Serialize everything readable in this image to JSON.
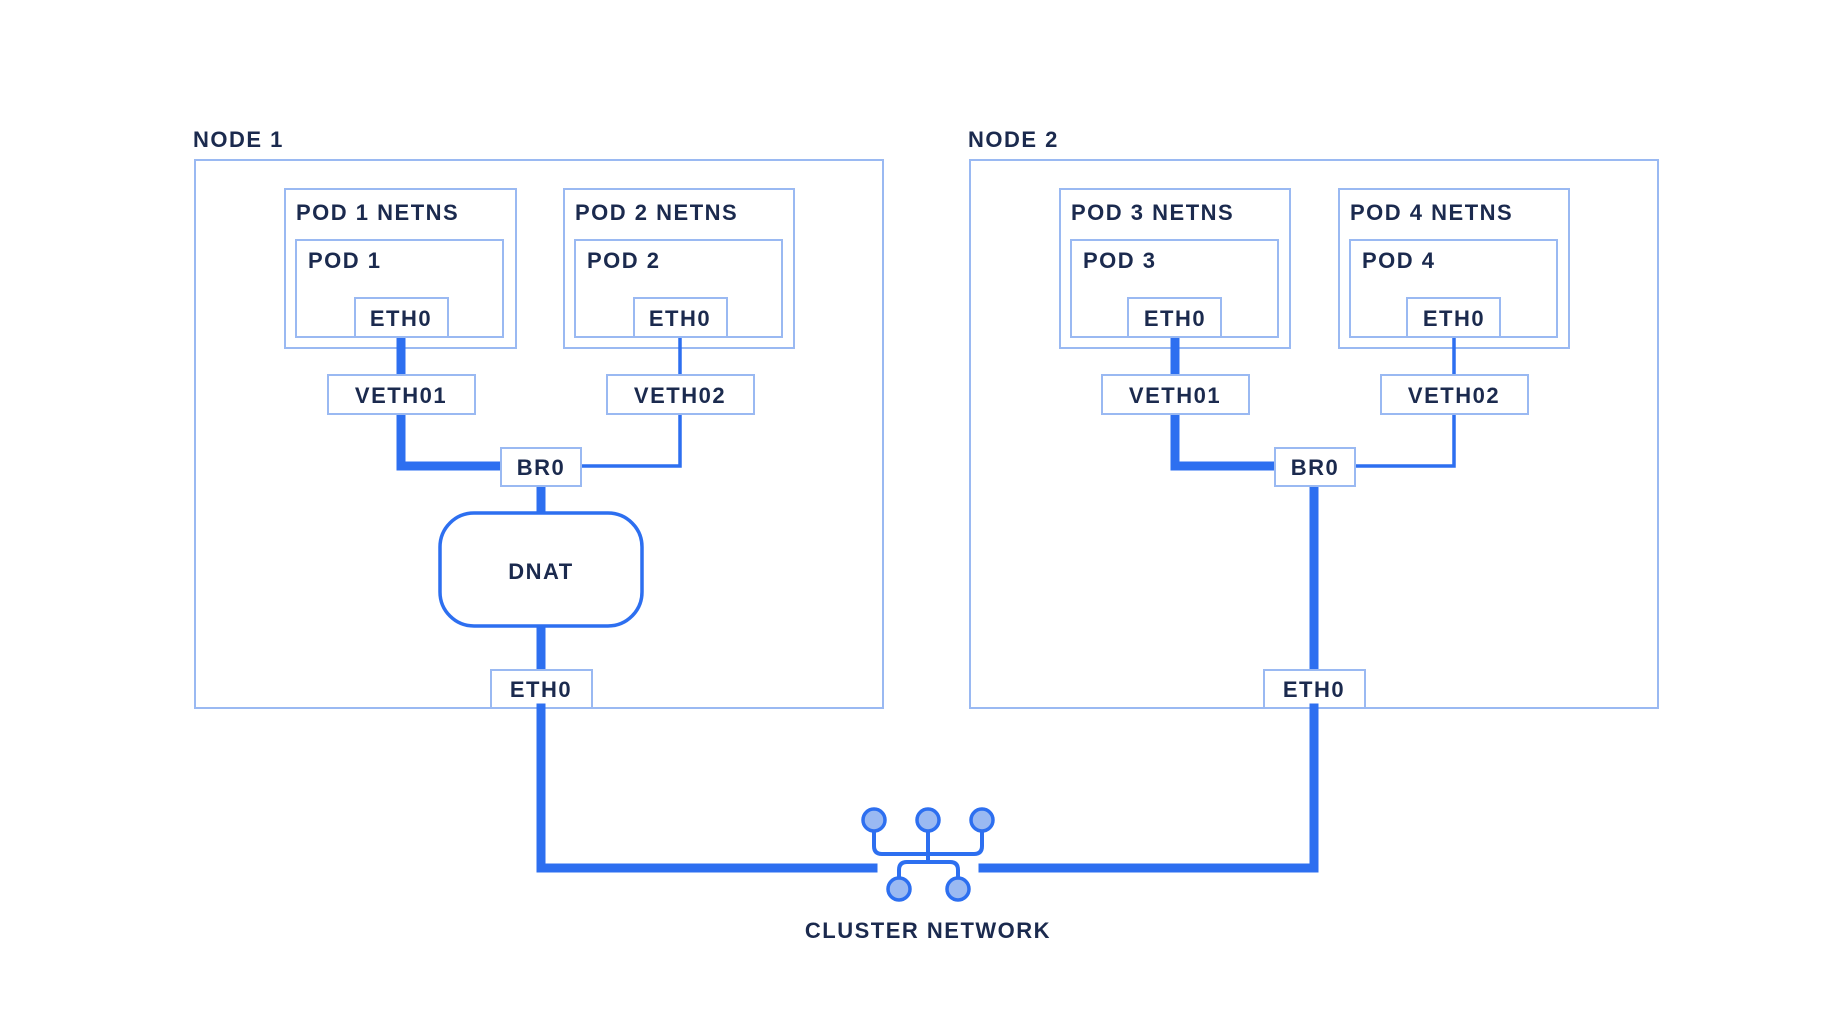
{
  "node1": {
    "label": "NODE 1",
    "pod1": {
      "netns_label": "POD 1 NETNS",
      "pod_label": "POD 1",
      "eth_label": "ETH0",
      "veth_label": "VETH01"
    },
    "pod2": {
      "netns_label": "POD 2 NETNS",
      "pod_label": "POD 2",
      "eth_label": "ETH0",
      "veth_label": "VETH02"
    },
    "bridge_label": "BR0",
    "dnat_label": "DNAT",
    "eth_label": "ETH0"
  },
  "node2": {
    "label": "NODE 2",
    "pod3": {
      "netns_label": "POD 3 NETNS",
      "pod_label": "POD 3",
      "eth_label": "ETH0",
      "veth_label": "VETH01"
    },
    "pod4": {
      "netns_label": "POD 4 NETNS",
      "pod_label": "POD 4",
      "eth_label": "ETH0",
      "veth_label": "VETH02"
    },
    "bridge_label": "BR0",
    "eth_label": "ETH0"
  },
  "cluster": {
    "label": "CLUSTER NETWORK",
    "icon": "network-hub-icon"
  },
  "colors": {
    "line": "#2d6ff0",
    "frame": "#9ab9f2",
    "text": "#1b2a4e"
  }
}
